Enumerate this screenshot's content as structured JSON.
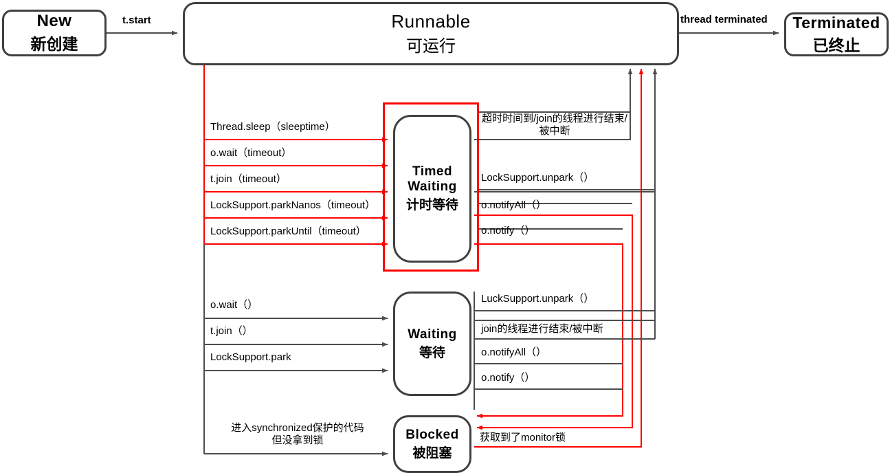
{
  "diagram": {
    "title": "Java Thread State Transition Diagram",
    "colors": {
      "outline": "#404040",
      "accent_red": "#ff0000",
      "arrow_black": "#4d4d4d",
      "text": "#000000"
    }
  },
  "states": {
    "new": {
      "en": "New",
      "zh": "新创建"
    },
    "runnable": {
      "en": "Runnable",
      "zh": "可运行"
    },
    "terminated": {
      "en": "Terminated",
      "zh": "已终止"
    },
    "timed_waiting": {
      "en_line1": "Timed",
      "en_line2": "Waiting",
      "zh": "计时等待"
    },
    "waiting": {
      "en": "Waiting",
      "zh": "等待"
    },
    "blocked": {
      "en": "Blocked",
      "zh": "被阻塞"
    }
  },
  "top_labels": {
    "start": "t.start",
    "terminated": "thread terminated"
  },
  "enter_timed_waiting": [
    "Thread.sleep（sleeptime）",
    "o.wait（timeout）",
    "t.join（timeout）",
    "LockSupport.parkNanos（timeout）",
    "LockSupport.parkUntil（timeout）"
  ],
  "exit_timed_waiting": [
    "超时时间到/join的线程进行结束/被中断",
    "LockSupport.unpark（）",
    "o.notifyAll（）",
    "o.notify（）"
  ],
  "enter_waiting": [
    "o.wait（）",
    "t.join（）",
    "LockSupport.park"
  ],
  "exit_waiting": [
    "LuckSupport.unpark（）",
    "join的线程进行结束/被中断",
    "o.notifyAll（）",
    "o.notify（）"
  ],
  "enter_blocked": {
    "line1": "进入synchronized保护的代码",
    "line2": "但没拿到锁"
  },
  "exit_blocked": "获取到了monitor锁"
}
